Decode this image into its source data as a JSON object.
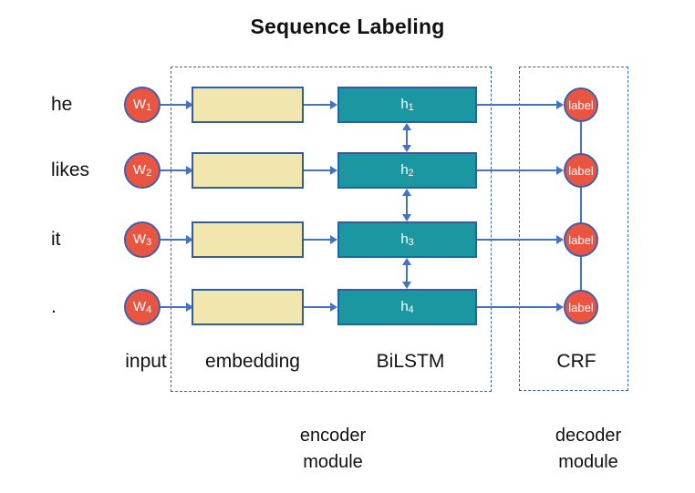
{
  "title": "Sequence Labeling",
  "rows": [
    {
      "word": "he",
      "input_symbol": "W",
      "input_index": "1",
      "hidden_symbol": "h",
      "hidden_index": "1",
      "output_label": "label"
    },
    {
      "word": "likes",
      "input_symbol": "W",
      "input_index": "2",
      "hidden_symbol": "h",
      "hidden_index": "2",
      "output_label": "label"
    },
    {
      "word": "it",
      "input_symbol": "W",
      "input_index": "3",
      "hidden_symbol": "h",
      "hidden_index": "3",
      "output_label": "label"
    },
    {
      "word": ".",
      "input_symbol": "W",
      "input_index": "4",
      "hidden_symbol": "h",
      "hidden_index": "4",
      "output_label": "label"
    }
  ],
  "columns": {
    "input": "input",
    "embedding": "embedding",
    "bilstm": "BiLSTM",
    "crf": "CRF"
  },
  "modules": {
    "encoder": {
      "line1": "encoder",
      "line2": "module"
    },
    "decoder": {
      "line1": "decoder",
      "line2": "module"
    }
  },
  "colors": {
    "circle_fill": "#ea5541",
    "circle_border": "#3f5fae",
    "embedding_box_fill": "#f0e6ae",
    "bilstm_box_fill": "#1a97a0",
    "box_border": "#2f5da8",
    "arrow_blue": "#4472c4",
    "dashed_border_blue": "#3465a8",
    "text_black": "#111111"
  }
}
